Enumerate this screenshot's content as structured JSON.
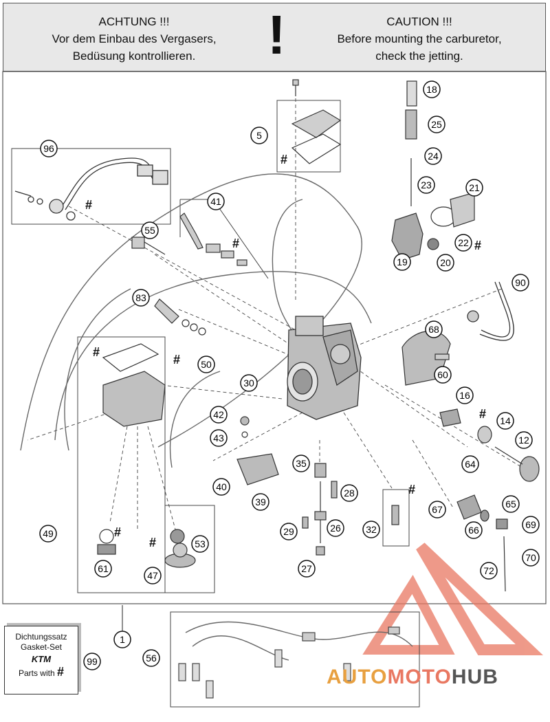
{
  "header": {
    "left_line1": "ACHTUNG !!!",
    "left_line2": "Vor dem Einbau des Vergasers,",
    "left_line3": "Bedüsung kontrollieren.",
    "bang": "!",
    "right_line1": "CAUTION !!!",
    "right_line2": "Before mounting the carburetor,",
    "right_line3": "check the jetting."
  },
  "gasket_box": {
    "line1": "Dichtungssatz",
    "line2": "Gasket-Set",
    "brand": "KTM",
    "parts_label": "Parts with",
    "hash": "#"
  },
  "callouts": [
    "1",
    "5",
    "12",
    "14",
    "16",
    "18",
    "19",
    "20",
    "21",
    "22",
    "23",
    "24",
    "25",
    "26",
    "27",
    "28",
    "29",
    "30",
    "32",
    "35",
    "39",
    "40",
    "41",
    "42",
    "43",
    "47",
    "49",
    "50",
    "53",
    "55",
    "56",
    "61",
    "64",
    "65",
    "66",
    "67",
    "68",
    "69",
    "70",
    "72",
    "83",
    "90",
    "96",
    "99"
  ],
  "watermark": {
    "part1": "AUTO",
    "part2": "MOTO",
    "part3": "HUB"
  },
  "colors": {
    "header_bg": "#e8e8e8",
    "watermark_red": "#e97862",
    "watermark_orange": "#e8a040",
    "watermark_gray": "#555555"
  }
}
